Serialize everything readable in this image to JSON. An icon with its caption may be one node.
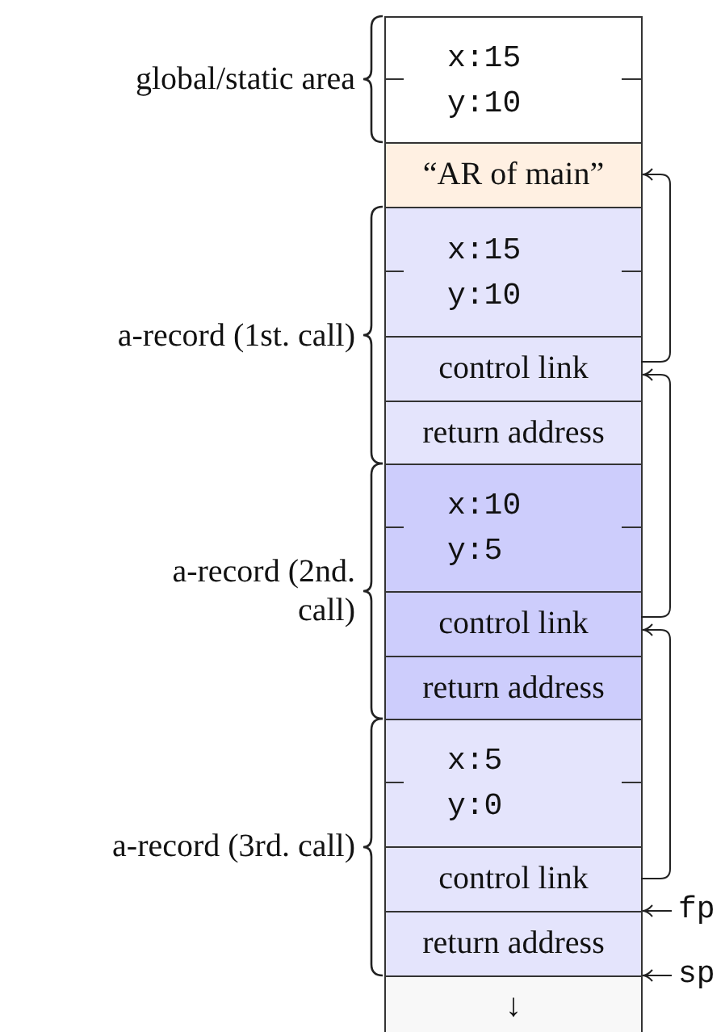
{
  "diagram": {
    "nodes": [
      {
        "text": [
          "x:15",
          "y:10"
        ]
      },
      {
        "text": [
          "“AR of main”"
        ]
      },
      {
        "text": [
          "x:15",
          "y:10"
        ]
      },
      {
        "text": [
          "control link"
        ]
      },
      {
        "text": [
          "return address"
        ]
      },
      {
        "text": [
          "x:10",
          "y:5"
        ]
      },
      {
        "text": [
          "control link"
        ]
      },
      {
        "text": [
          "return address"
        ]
      },
      {
        "text": [
          "x:5",
          "y:0"
        ]
      },
      {
        "text": [
          "control link"
        ]
      },
      {
        "text": [
          "return address"
        ]
      },
      {
        "text": [
          "↓"
        ]
      },
      {
        "text": [
          "fp"
        ]
      },
      {
        "text": [
          "sp"
        ]
      }
    ],
    "edges": [
      {
        "from": 3,
        "to": 1,
        "arrow": "to"
      },
      {
        "from": 6,
        "to": 3,
        "arrow": "to"
      },
      {
        "from": 9,
        "to": 6,
        "arrow": "to"
      },
      {
        "from": 12,
        "to": null,
        "arrow": "to"
      },
      {
        "from": 13,
        "to": null,
        "arrow": "to"
      }
    ],
    "labels": [
      "global/static area",
      "a-record (1st. call)",
      "a-record (2nd. call)",
      "a-record (3rd. call)"
    ]
  }
}
